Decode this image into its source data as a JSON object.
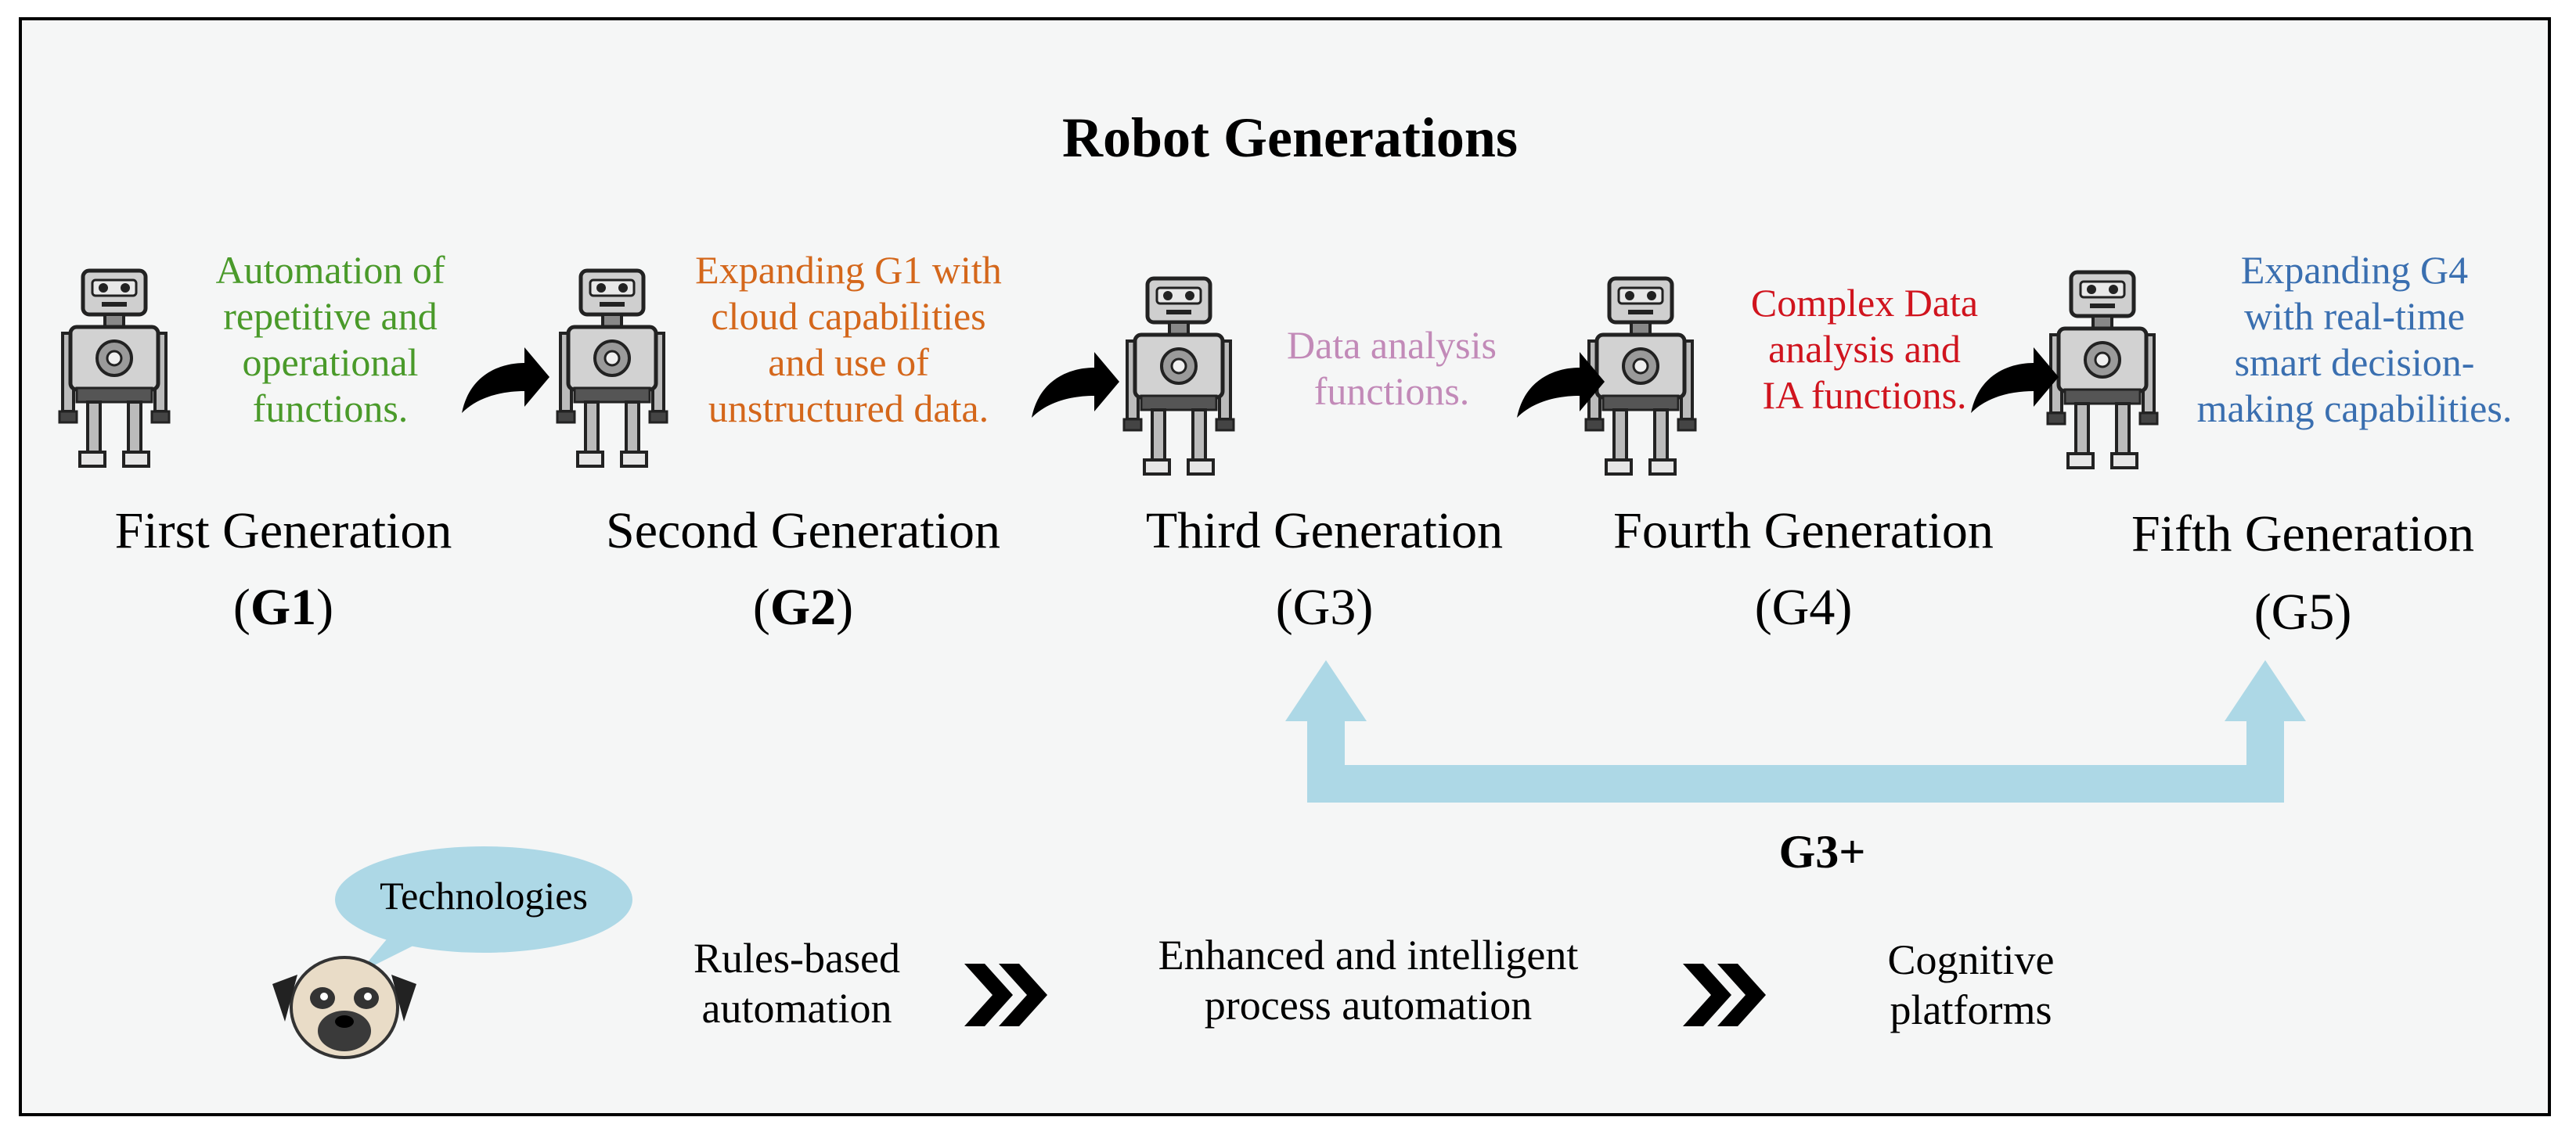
{
  "title": "Robot Generations",
  "generations": [
    {
      "name": "First Generation",
      "code": "G1",
      "code_open": "(",
      "code_close": ")",
      "description": "Automation of\nrepetitive and\noperational\nfunctions.",
      "color": "#4a9a2a"
    },
    {
      "name": "Second Generation",
      "code": "G2",
      "code_open": "(",
      "code_close": ")",
      "description": "Expanding G1 with\ncloud capabilities\nand use of\nunstructured data.",
      "color": "#d4671b"
    },
    {
      "name": "Third Generation",
      "code": "(G3)",
      "description": "Data analysis\nfunctions.",
      "color": "#c28ab8"
    },
    {
      "name": "Fourth Generation",
      "code": "(G4)",
      "description": "Complex Data\nanalysis and\nIA functions.",
      "color": "#d0141e"
    },
    {
      "name": "Fifth Generation",
      "code": "(G5)",
      "description": "Expanding G4\nwith real-time\nsmart decision-\nmaking capabilities.",
      "color": "#3a6fb0"
    }
  ],
  "bracket_label": "G3+",
  "technologies": {
    "bubble_label": "Technologies",
    "stages": [
      "Rules-based\nautomation",
      "Enhanced and intelligent\nprocess automation",
      "Cognitive\nplatforms"
    ]
  },
  "colors": {
    "bracket": "#add8e6",
    "bubble": "#add8e6",
    "arrow": "#000000"
  }
}
